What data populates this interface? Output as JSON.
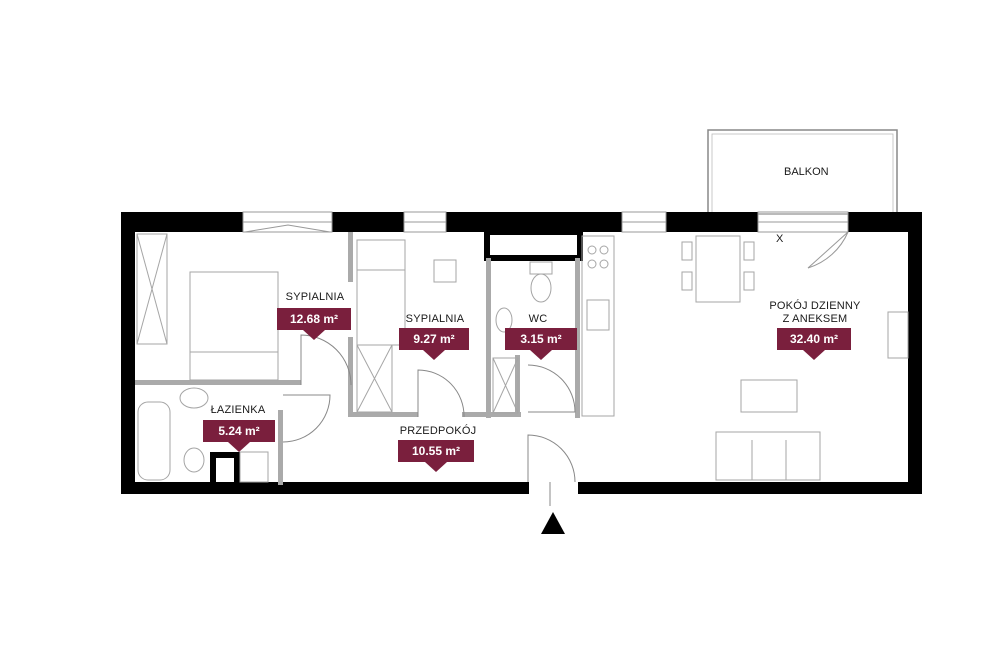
{
  "rooms": [
    {
      "name": "SYPIALNIA",
      "area": "12.68 m²"
    },
    {
      "name": "SYPIALNIA",
      "area": "9.27 m²"
    },
    {
      "name": "WC",
      "area": "3.15 m²"
    },
    {
      "name": "POKÓJ DZIENNY\nZ ANEKSEM",
      "area": "32.40 m²"
    },
    {
      "name": "ŁAZIENKA",
      "area": "5.24 m²"
    },
    {
      "name": "PRZEDPOKÓJ",
      "area": "10.55 m²"
    }
  ],
  "balcony_label": "BALKON",
  "window_mark": "X",
  "colors": {
    "wall": "#000000",
    "tag": "#7a1f3d",
    "furniture": "#9a9a9a"
  }
}
